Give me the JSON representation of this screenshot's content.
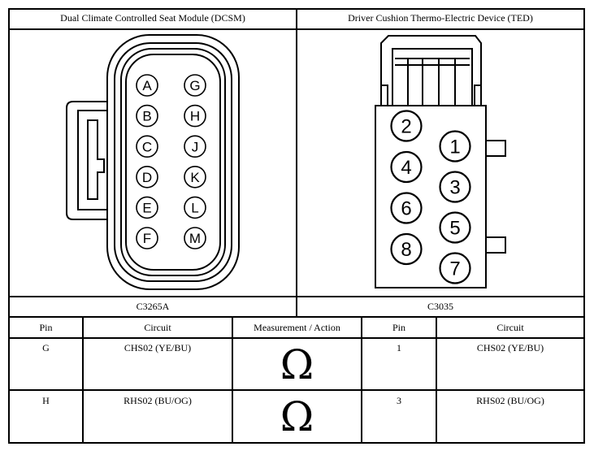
{
  "left_panel": {
    "title": "Dual Climate Controlled Seat Module (DCSM)",
    "connector_id": "C3265A",
    "pins_left": [
      "A",
      "B",
      "C",
      "D",
      "E",
      "F"
    ],
    "pins_right": [
      "G",
      "H",
      "J",
      "K",
      "L",
      "M"
    ]
  },
  "right_panel": {
    "title": "Driver Cushion Thermo-Electric Device (TED)",
    "connector_id": "C3035",
    "pins_left": [
      "2",
      "4",
      "6",
      "8"
    ],
    "pins_right": [
      "1",
      "3",
      "5",
      "7"
    ]
  },
  "table": {
    "headers": [
      "Pin",
      "Circuit",
      "Measurement / Action",
      "Pin",
      "Circuit"
    ],
    "rows": [
      {
        "pin_a": "G",
        "circuit_a": "CHS02 (YE/BU)",
        "action": "Ω",
        "pin_b": "1",
        "circuit_b": "CHS02 (YE/BU)"
      },
      {
        "pin_a": "H",
        "circuit_a": "RHS02 (BU/OG)",
        "action": "Ω",
        "pin_b": "3",
        "circuit_b": "RHS02 (BU/OG)"
      }
    ]
  }
}
